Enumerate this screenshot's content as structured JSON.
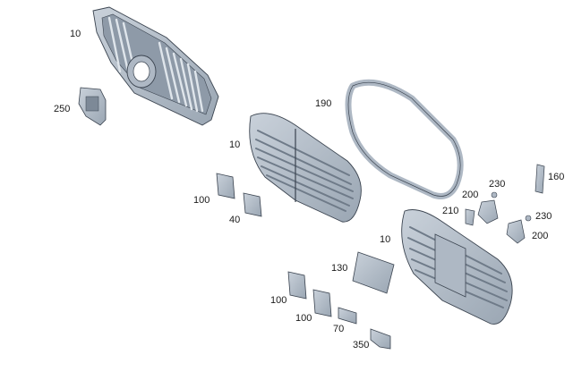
{
  "parts": {
    "grille_top": "10",
    "grille_mid": "10",
    "grille_low": "10",
    "bracket_250": "250",
    "frame_190": "190",
    "part_160": "160",
    "part_230_a": "230",
    "part_230_b": "230",
    "part_200_a": "200",
    "part_200_b": "200",
    "part_210": "210",
    "part_100_a": "100",
    "part_40": "40",
    "part_130": "130",
    "part_100_b": "100",
    "part_100_c": "100",
    "part_70": "70",
    "part_350": "350"
  },
  "colors": {
    "part_fill": "#aeb8c4",
    "part_dark": "#7d8997",
    "part_light": "#cdd4dc",
    "outline": "#3b4450"
  }
}
